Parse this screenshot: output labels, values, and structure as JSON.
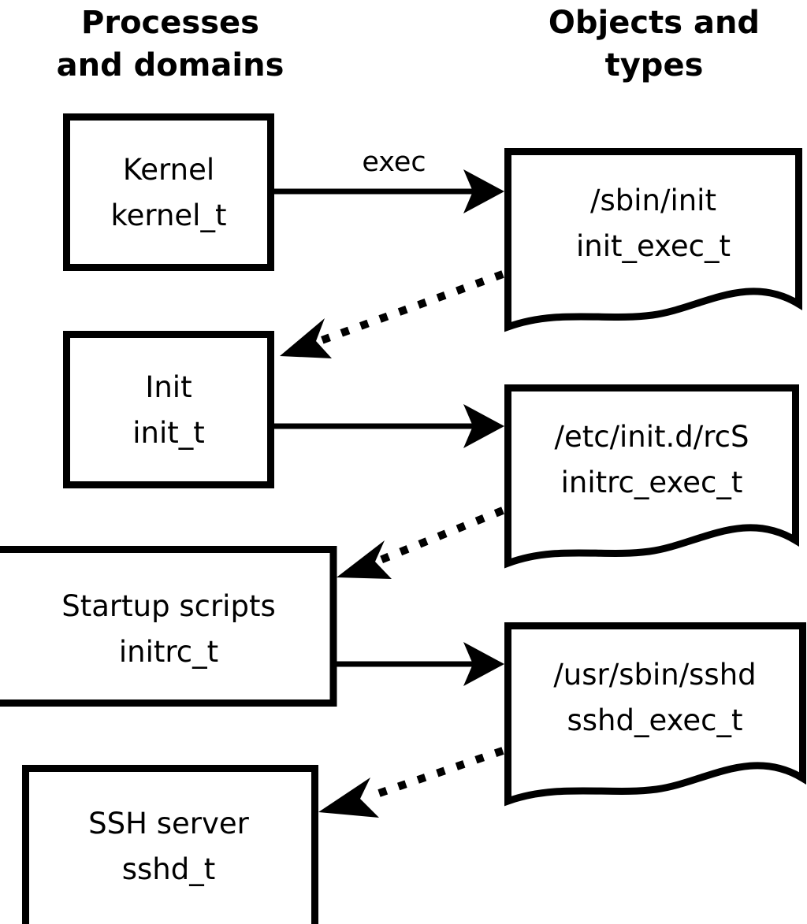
{
  "diagram": {
    "title_columns": [
      {
        "id": "processes",
        "line1": "Processes",
        "line2": "and domains"
      },
      {
        "id": "objects",
        "line1": "Objects and",
        "line2": "types"
      }
    ],
    "domain_nodes": [
      {
        "id": "kernel",
        "line1": "Kernel",
        "line2": "kernel_t"
      },
      {
        "id": "init",
        "line1": "Init",
        "line2": "init_t"
      },
      {
        "id": "initrc",
        "line1": "Startup scripts",
        "line2": "initrc_t"
      },
      {
        "id": "sshd",
        "line1": "SSH server",
        "line2": "sshd_t"
      }
    ],
    "object_nodes": [
      {
        "id": "init-exec",
        "line1": "/sbin/init",
        "line2": "init_exec_t"
      },
      {
        "id": "initrc-exec",
        "line1": "/etc/init.d/rcS",
        "line2": "initrc_exec_t"
      },
      {
        "id": "sshd-exec",
        "line1": "/usr/sbin/sshd",
        "line2": "sshd_exec_t"
      }
    ],
    "edges": [
      {
        "id": "kernel-exec-init",
        "label": "exec",
        "style": "solid",
        "from": "kernel",
        "to": "init-exec"
      },
      {
        "id": "init-exec-transition",
        "label": "",
        "style": "dotted",
        "from": "init-exec",
        "to": "init"
      },
      {
        "id": "init-exec-rcs",
        "label": "",
        "style": "solid",
        "from": "init",
        "to": "initrc-exec"
      },
      {
        "id": "initrc-exec-transition",
        "label": "",
        "style": "dotted",
        "from": "initrc-exec",
        "to": "initrc"
      },
      {
        "id": "initrc-exec-sshd",
        "label": "",
        "style": "solid",
        "from": "initrc",
        "to": "sshd-exec"
      },
      {
        "id": "sshd-exec-transition",
        "label": "",
        "style": "dotted",
        "from": "sshd-exec",
        "to": "sshd"
      }
    ],
    "colors": {
      "stroke": "#000000",
      "fill": "#ffffff",
      "background": "#ffffff"
    }
  }
}
